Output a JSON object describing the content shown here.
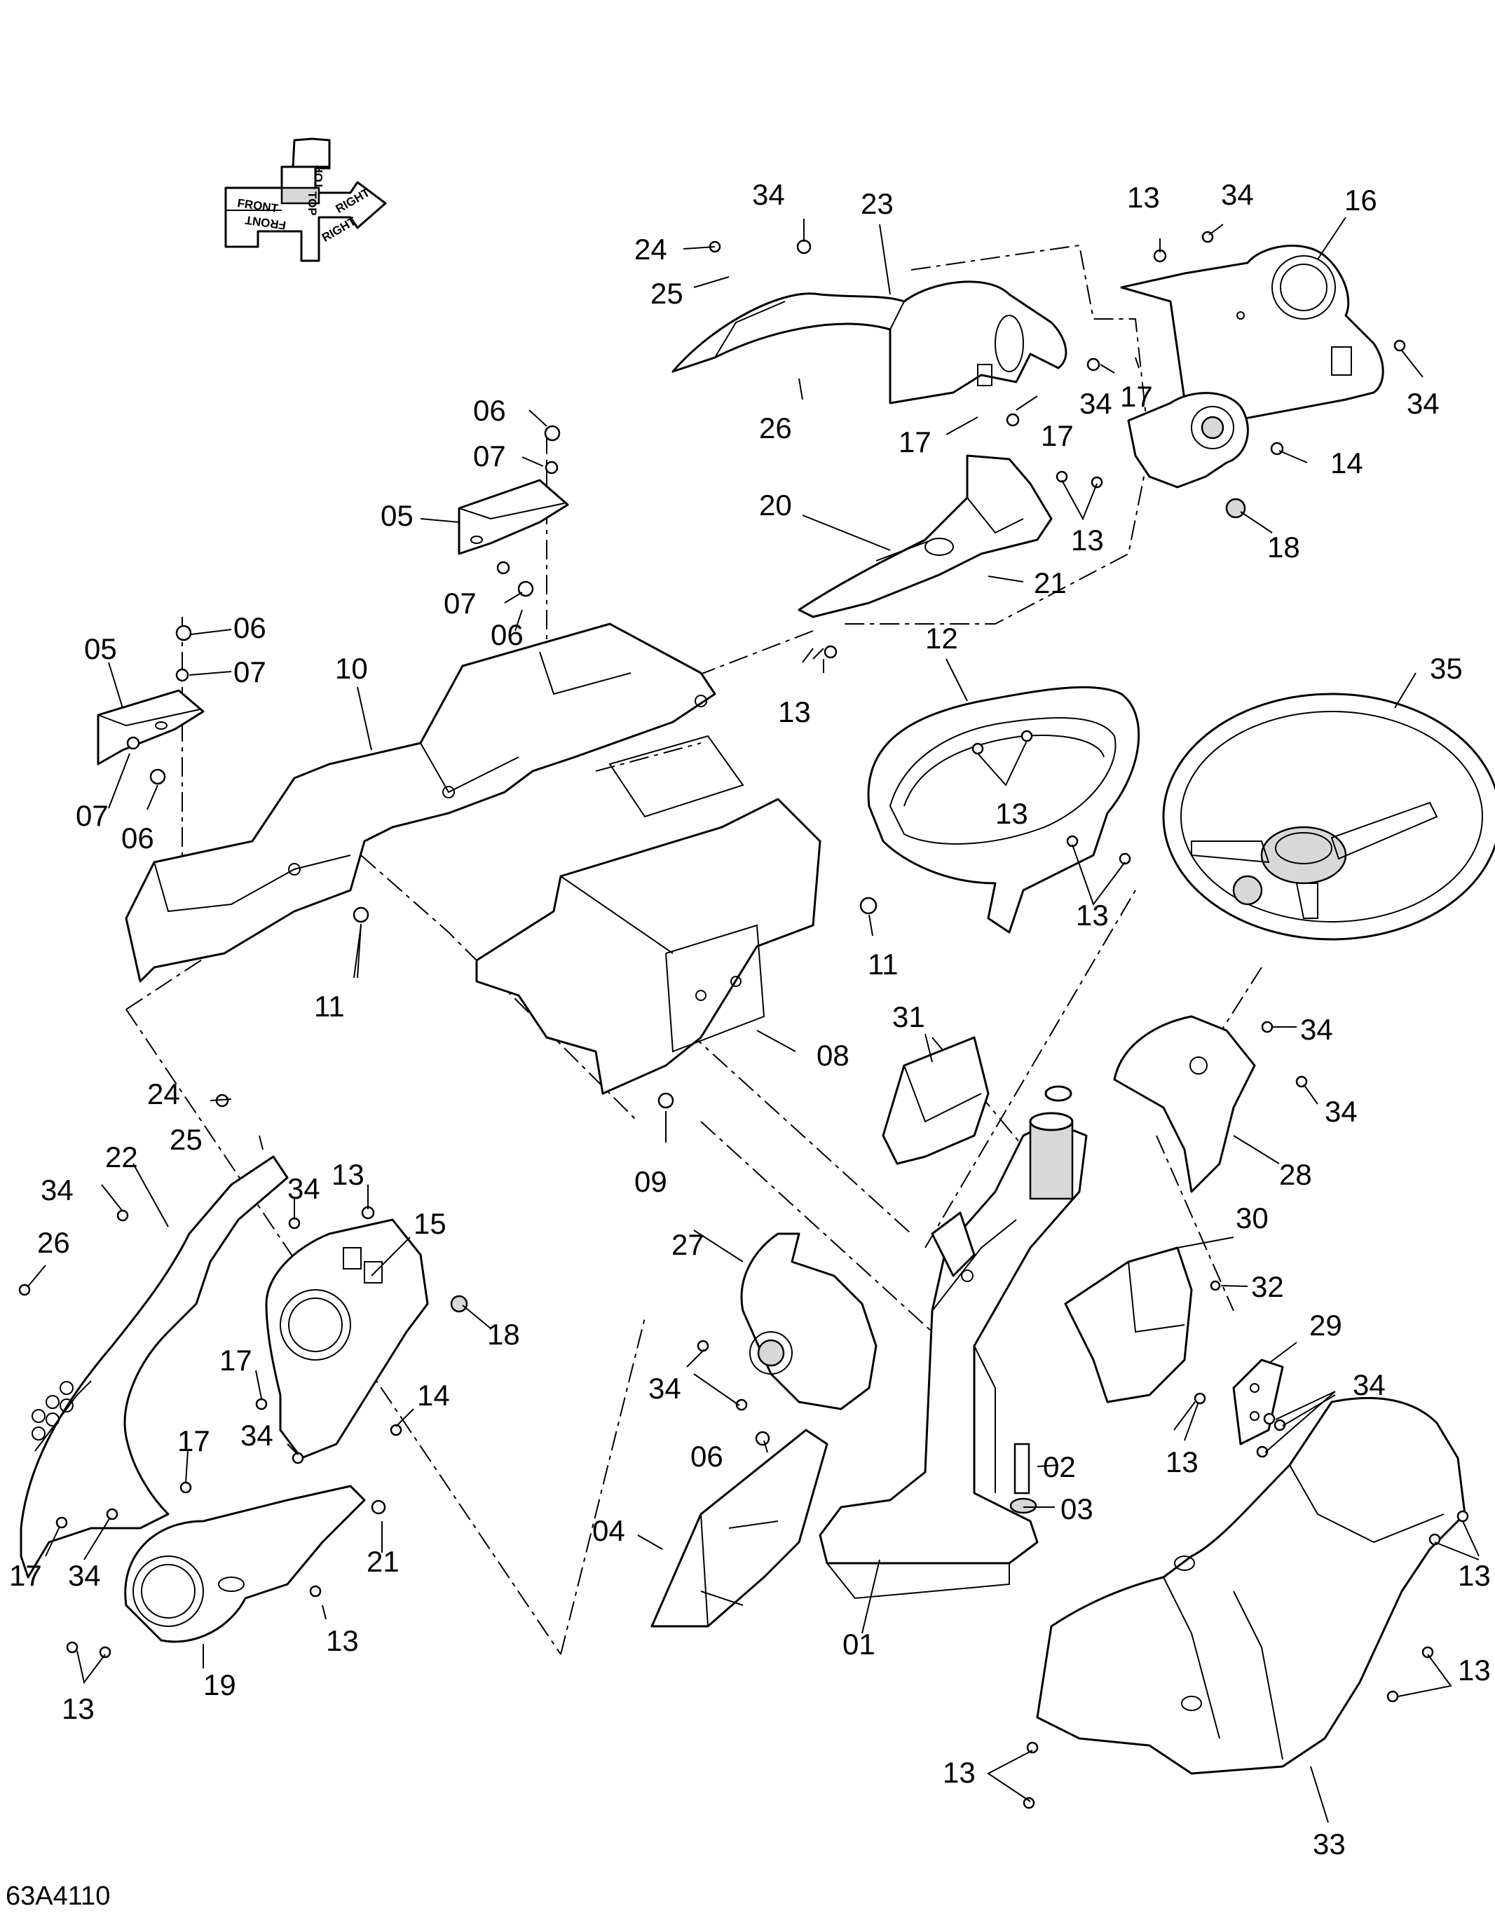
{
  "figure_code": "63A4110",
  "orientation": {
    "top": "TOP",
    "front": "FRONT",
    "right": "RIGHT",
    "top_flipped": "TOP",
    "front_flipped": "FRONT",
    "right_flipped": "RIGHT"
  },
  "callouts": [
    "34",
    "23",
    "13",
    "34",
    "16",
    "24",
    "25",
    "26",
    "17",
    "17",
    "34",
    "17",
    "34",
    "14",
    "18",
    "20",
    "13",
    "21",
    "06",
    "07",
    "05",
    "07",
    "06",
    "05",
    "06",
    "07",
    "07",
    "06",
    "10",
    "13",
    "12",
    "35",
    "13",
    "13",
    "11",
    "11",
    "08",
    "09",
    "31",
    "34",
    "34",
    "28",
    "24",
    "25",
    "22",
    "34",
    "13",
    "34",
    "26",
    "15",
    "18",
    "17",
    "14",
    "34",
    "17",
    "21",
    "17",
    "34",
    "13",
    "13",
    "19",
    "27",
    "30",
    "32",
    "29",
    "34",
    "34",
    "06",
    "02",
    "03",
    "04",
    "13",
    "01",
    "13",
    "13",
    "13",
    "33"
  ]
}
